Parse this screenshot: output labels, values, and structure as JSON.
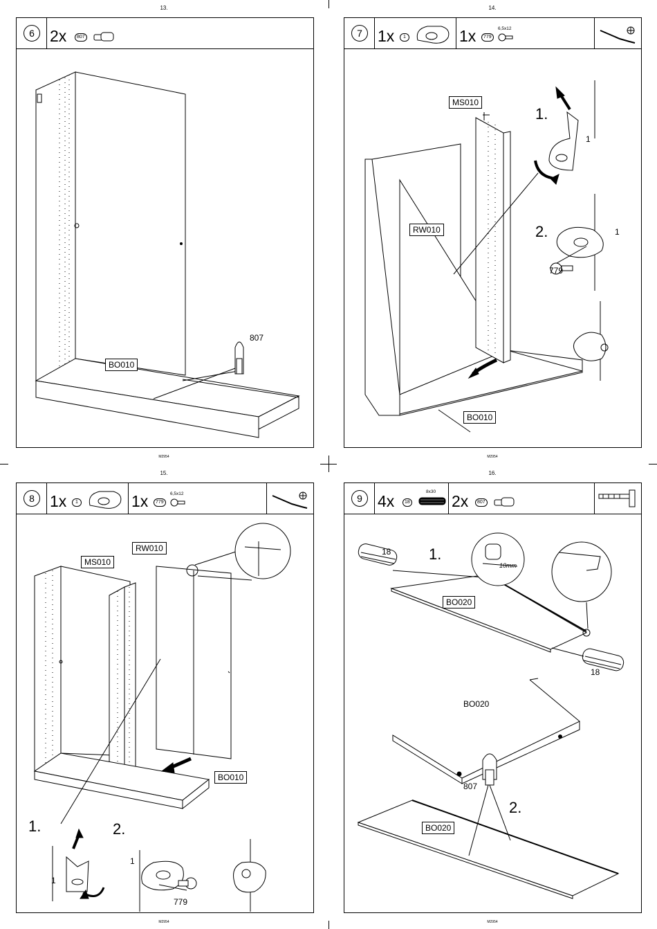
{
  "pages": [
    {
      "number": "13.",
      "footer": "M2954",
      "step": "6",
      "parts": [
        {
          "qty": "2x",
          "code": "807"
        }
      ],
      "labels": {
        "board": "BO010",
        "part": "807"
      }
    },
    {
      "number": "14.",
      "footer": "M2954",
      "step": "7",
      "parts": [
        {
          "qty": "1x",
          "code": "1"
        },
        {
          "qty": "1x",
          "code": "779",
          "spec": "6,5x12"
        }
      ],
      "labels": {
        "middle": "MS010",
        "back": "RW010",
        "board": "BO010",
        "s1": "1.",
        "s2": "2.",
        "n1a": "1",
        "n1b": "1",
        "n779": "779"
      }
    },
    {
      "number": "15.",
      "footer": "M2954",
      "step": "8",
      "parts": [
        {
          "qty": "1x",
          "code": "1"
        },
        {
          "qty": "1x",
          "code": "779",
          "spec": "6,5x12"
        }
      ],
      "labels": {
        "back": "RW010",
        "middle": "MS010",
        "board": "BO010",
        "s1": "1.",
        "s2": "2.",
        "n1a": "1",
        "n1b": "1",
        "n779": "779"
      }
    },
    {
      "number": "16.",
      "footer": "M2954",
      "step": "9",
      "parts": [
        {
          "qty": "4x",
          "code": "18",
          "spec": "8x30"
        },
        {
          "qty": "2x",
          "code": "807"
        }
      ],
      "labels": {
        "n18a": "18",
        "n18b": "18",
        "s1": "1.",
        "s2": "2.",
        "mm": "10mm",
        "b1": "BO020",
        "b2": "BO020",
        "b3": "BO020",
        "n807": "807"
      }
    }
  ]
}
